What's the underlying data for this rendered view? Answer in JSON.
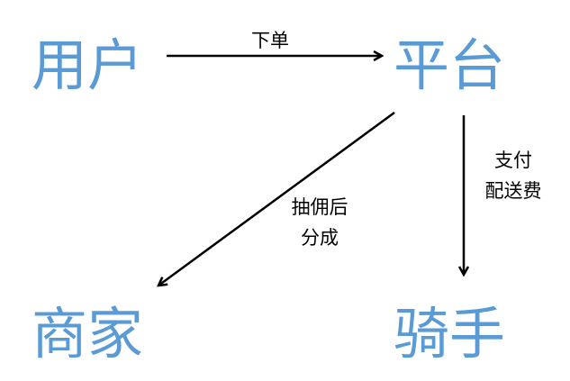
{
  "nodes": {
    "user": "用户",
    "platform": "平台",
    "merchant": "商家",
    "rider": "骑手"
  },
  "edges": {
    "user_to_platform": "下单",
    "platform_to_merchant": [
      "抽佣后",
      "分成"
    ],
    "platform_to_rider": [
      "支付",
      "配送费"
    ]
  },
  "colors": {
    "node": "#5b9bd5",
    "arrow": "#000000"
  }
}
